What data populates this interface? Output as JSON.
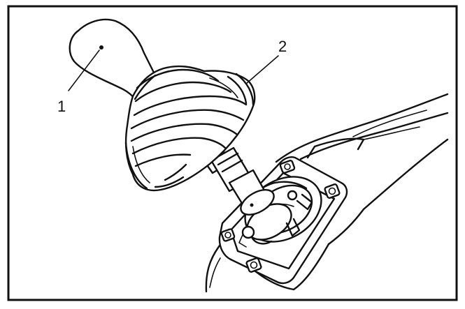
{
  "figure": {
    "callouts": [
      {
        "id": "1",
        "label": "1"
      },
      {
        "id": "2",
        "label": "2"
      }
    ],
    "colors": {
      "ink": "#111111",
      "paper": "#ffffff"
    }
  }
}
